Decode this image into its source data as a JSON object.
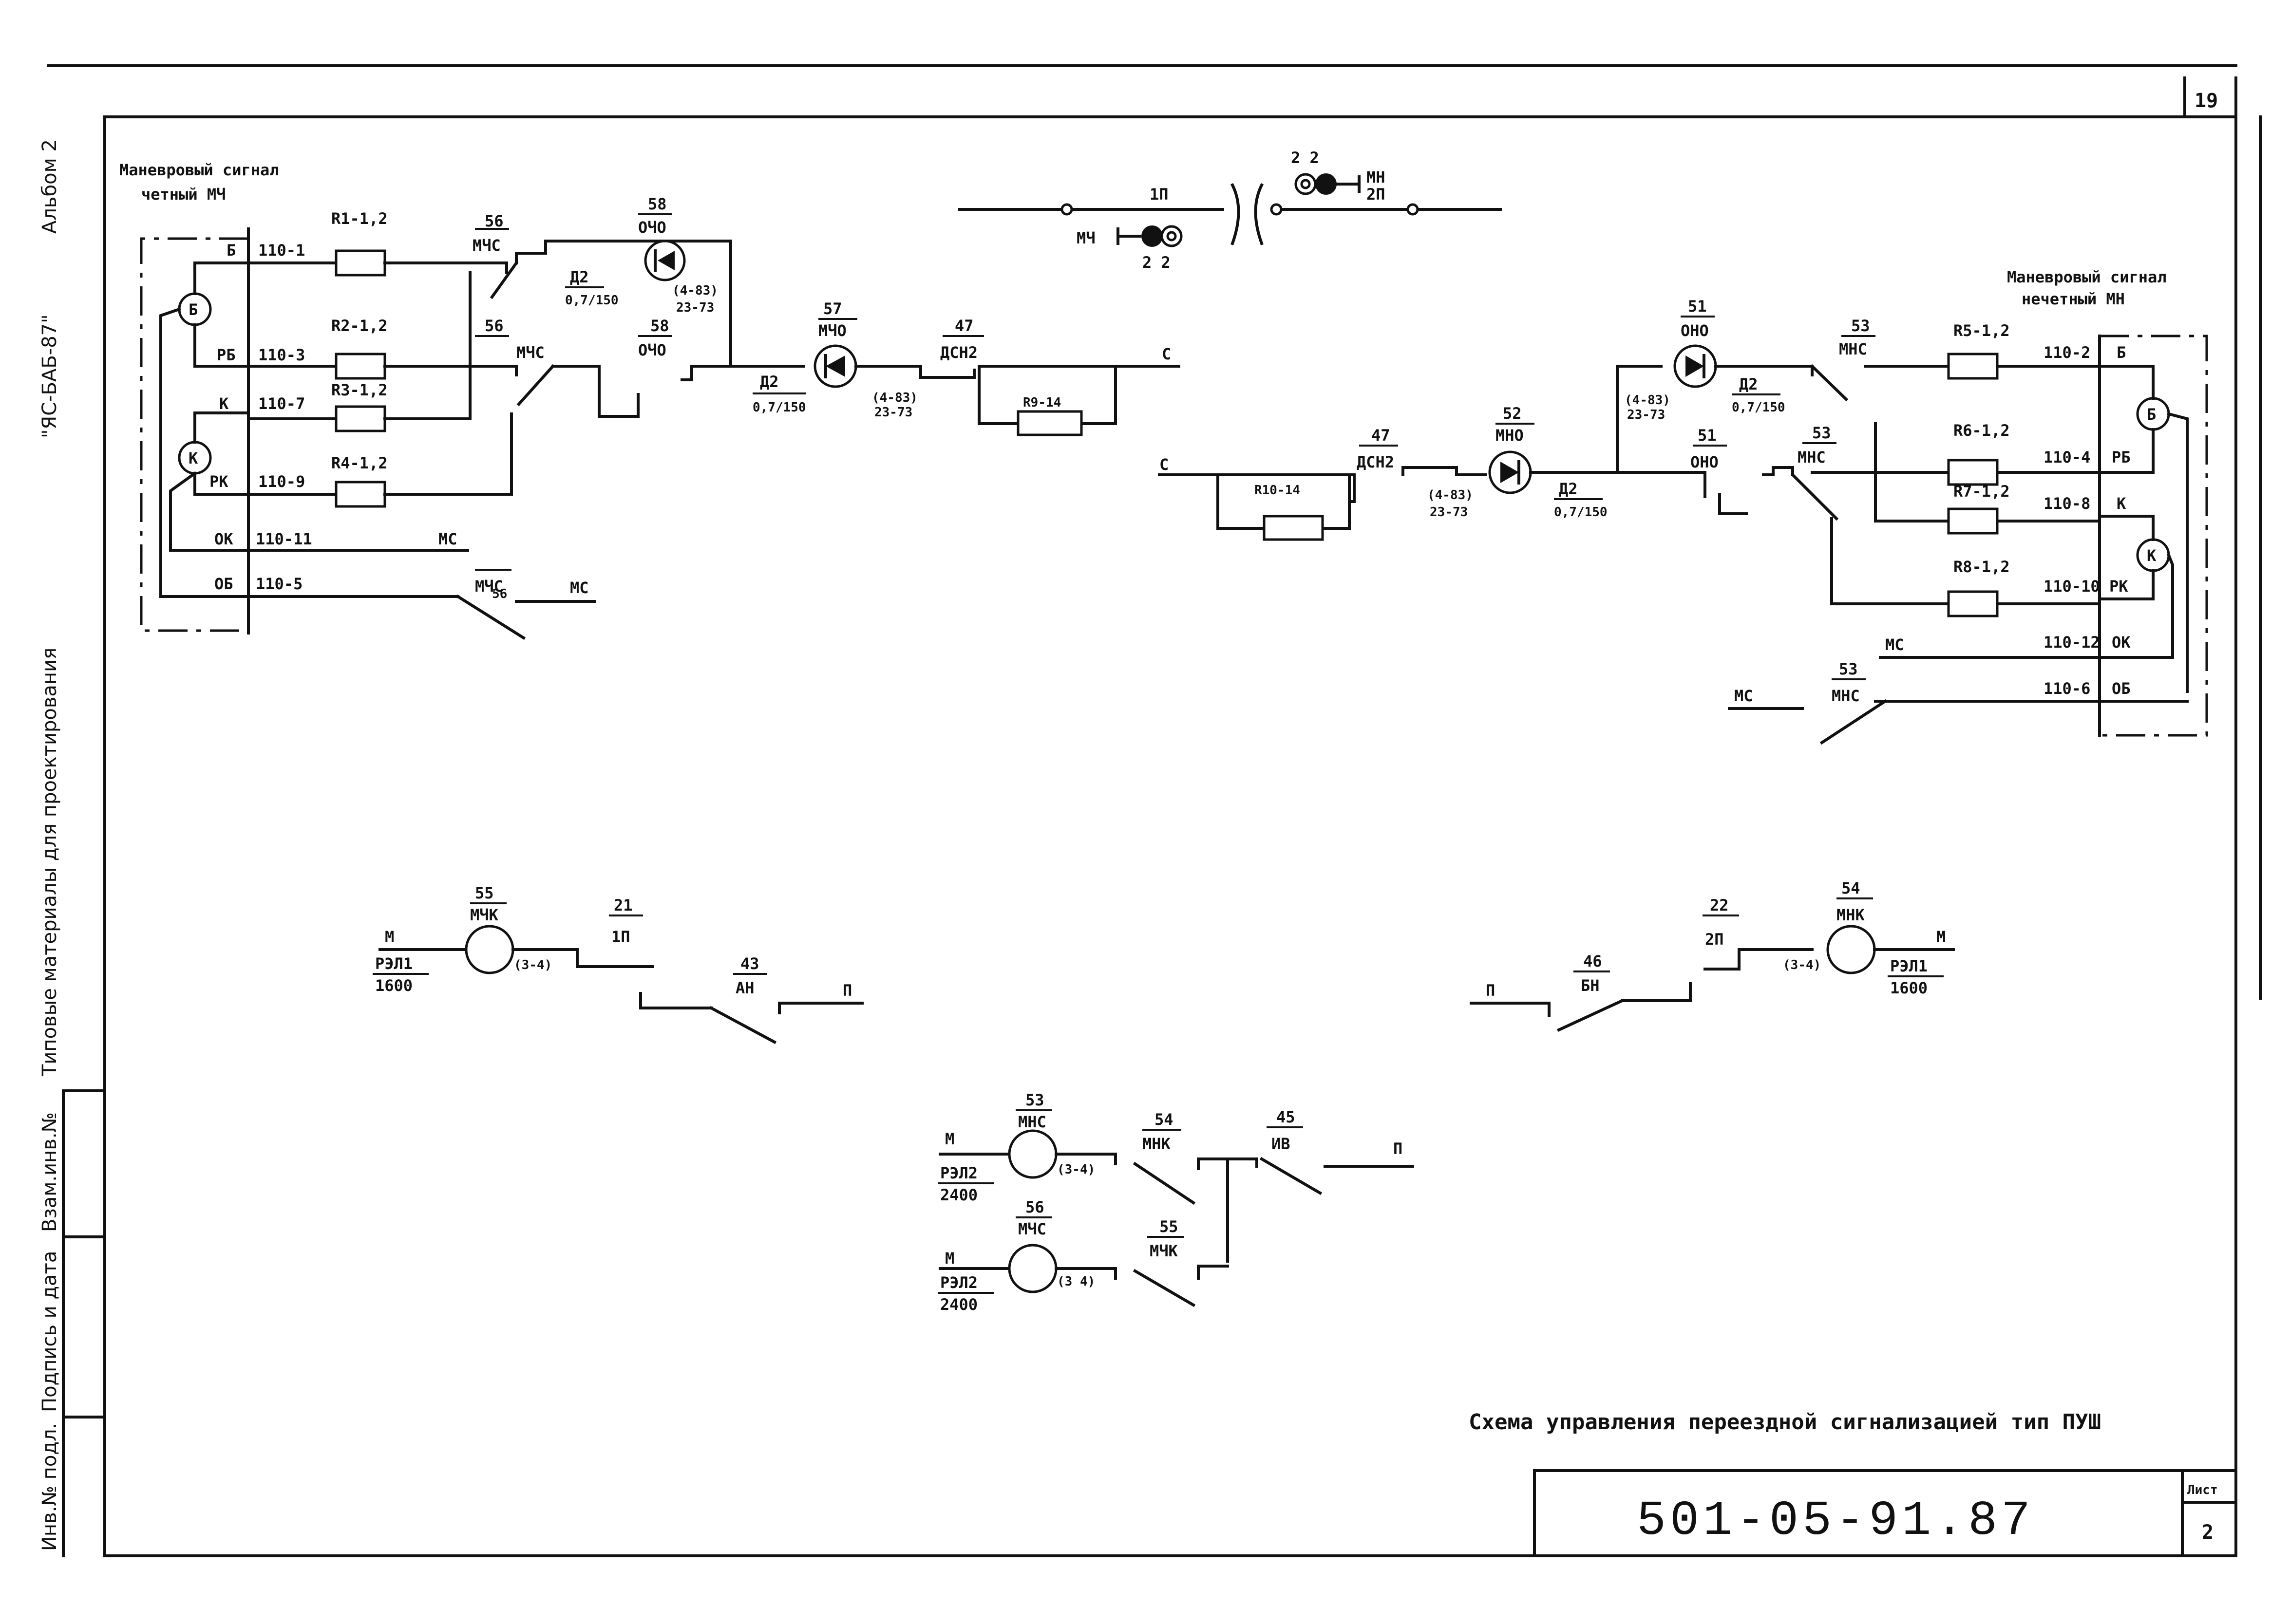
{
  "sheet": {
    "page_number": "19",
    "album": "Альбом 2",
    "series_code": "\"ЯС-БАБ-87\"",
    "typical_materials": "Типовые материалы для проектирования",
    "side_boxes": [
      "Взам.инв.№",
      "Подпись и дата",
      "Инв.№ подл."
    ],
    "title": "Схема управления переездной сигнализацией тип ПУШ",
    "doc_number": "501-05-91.87",
    "list_label": "Лист",
    "list_number": "2"
  },
  "track": {
    "section": "1П",
    "signal_even": "МЧ",
    "signal_odd": "МН",
    "section_odd": "2П",
    "aspect_even": "2 2",
    "aspect_odd": "2 2"
  },
  "left_signal": {
    "title_line1": "Маневровый сигнал",
    "title_line2": "четный МЧ",
    "lamp_b": "Б",
    "lamp_k": "К",
    "rows": [
      {
        "name": "Б",
        "wire": "110-1",
        "res": "R1-1,2"
      },
      {
        "name": "РБ",
        "wire": "110-3",
        "res": "R2-1,2"
      },
      {
        "name": "К",
        "wire": "110-7",
        "res": "R3-1,2"
      },
      {
        "name": "РК",
        "wire": "110-9",
        "res": "R4-1,2"
      },
      {
        "name": "ОК",
        "wire": "110-11",
        "res": ""
      },
      {
        "name": "ОБ",
        "wire": "110-5",
        "res": ""
      }
    ],
    "mc_label": "МС",
    "mc_label2": "МС"
  },
  "right_signal": {
    "title_line1": "Маневровый сигнал",
    "title_line2": "нечетный МН",
    "lamp_b": "Б",
    "lamp_k": "К",
    "rows": [
      {
        "name": "Б",
        "wire": "110-2",
        "res": "R5-1,2"
      },
      {
        "name": "РБ",
        "wire": "110-4",
        "res": "R6-1,2"
      },
      {
        "name": "К",
        "wire": "110-8",
        "res": "R7-1,2"
      },
      {
        "name": "РК",
        "wire": "110-10",
        "res": "R8-1,2"
      },
      {
        "name": "ОК",
        "wire": "110-12",
        "res": ""
      },
      {
        "name": "ОБ",
        "wire": "110-6",
        "res": ""
      }
    ],
    "mc_label": "МС",
    "mc_label2": "МС"
  },
  "relays": {
    "r56": "56",
    "mchs": "МЧС",
    "r58": "58",
    "ocho": "ОЧО",
    "r57": "57",
    "mcho": "МЧО",
    "r47": "47",
    "dsn2": "ДСН2",
    "r51": "51",
    "ono": "ОНО",
    "r52": "52",
    "mno": "МНО",
    "r53": "53",
    "mns": "МНС",
    "r55": "55",
    "mchk": "МЧК",
    "r54": "54",
    "mnk": "МНК",
    "r21": "21",
    "p1": "1П",
    "r22": "22",
    "p2": "2П",
    "r43": "43",
    "an": "АН",
    "r46": "46",
    "bn": "БН",
    "r45": "45",
    "iv": "ИВ",
    "rel1": "РЭЛ1",
    "rel1_val": "1600",
    "rel2": "РЭЛ2",
    "rel2_val": "2400",
    "diode_type": "Д2",
    "diode_rating": "0,7/150",
    "diode_ref": "(4-83)",
    "diode_ref2": "23-73",
    "contact_34": "(3-4)",
    "contact_3_4": "(3 4)",
    "r9": "R9-14",
    "r10": "R10-14",
    "c_label": "С",
    "m_label": "М",
    "p_label": "П"
  }
}
